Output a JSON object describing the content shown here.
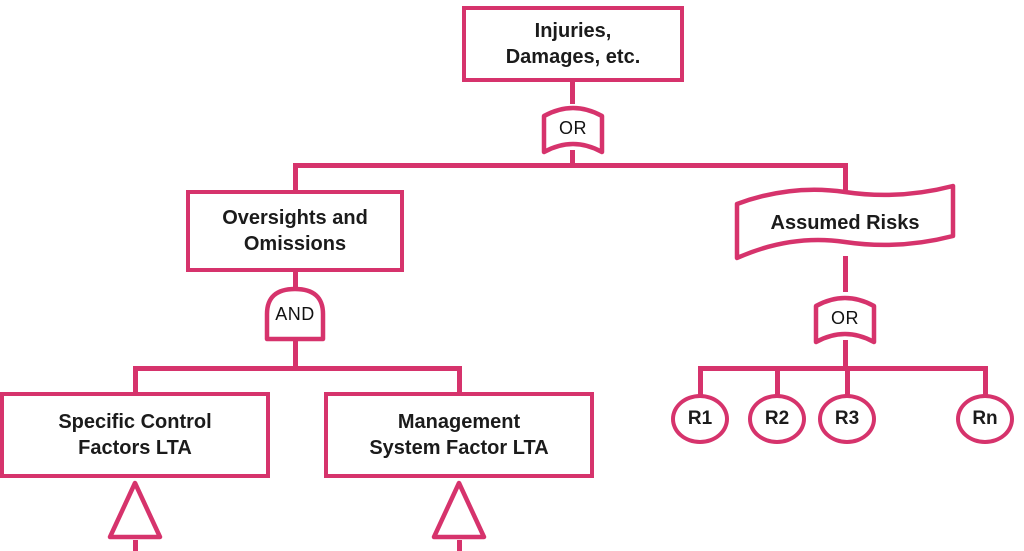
{
  "colors": {
    "accent": "#d6336c",
    "text": "#1b1b1b",
    "background": "#ffffff"
  },
  "diagram": {
    "type": "fault-tree",
    "nodes": {
      "root": {
        "label": "Injuries,\nDamages, etc."
      },
      "root_gate": {
        "type": "or",
        "label": "OR"
      },
      "oversights": {
        "label": "Oversights and\nOmissions"
      },
      "oversights_gate": {
        "type": "and",
        "label": "AND"
      },
      "specific_control": {
        "label": "Specific Control\nFactors LTA"
      },
      "management_system": {
        "label": "Management\nSystem Factor LTA"
      },
      "assumed_risks": {
        "label": "Assumed Risks"
      },
      "assumed_gate": {
        "type": "or",
        "label": "OR"
      },
      "risks": [
        {
          "label": "R1"
        },
        {
          "label": "R2"
        },
        {
          "label": "R3"
        },
        {
          "label": "Rn"
        }
      ]
    }
  }
}
